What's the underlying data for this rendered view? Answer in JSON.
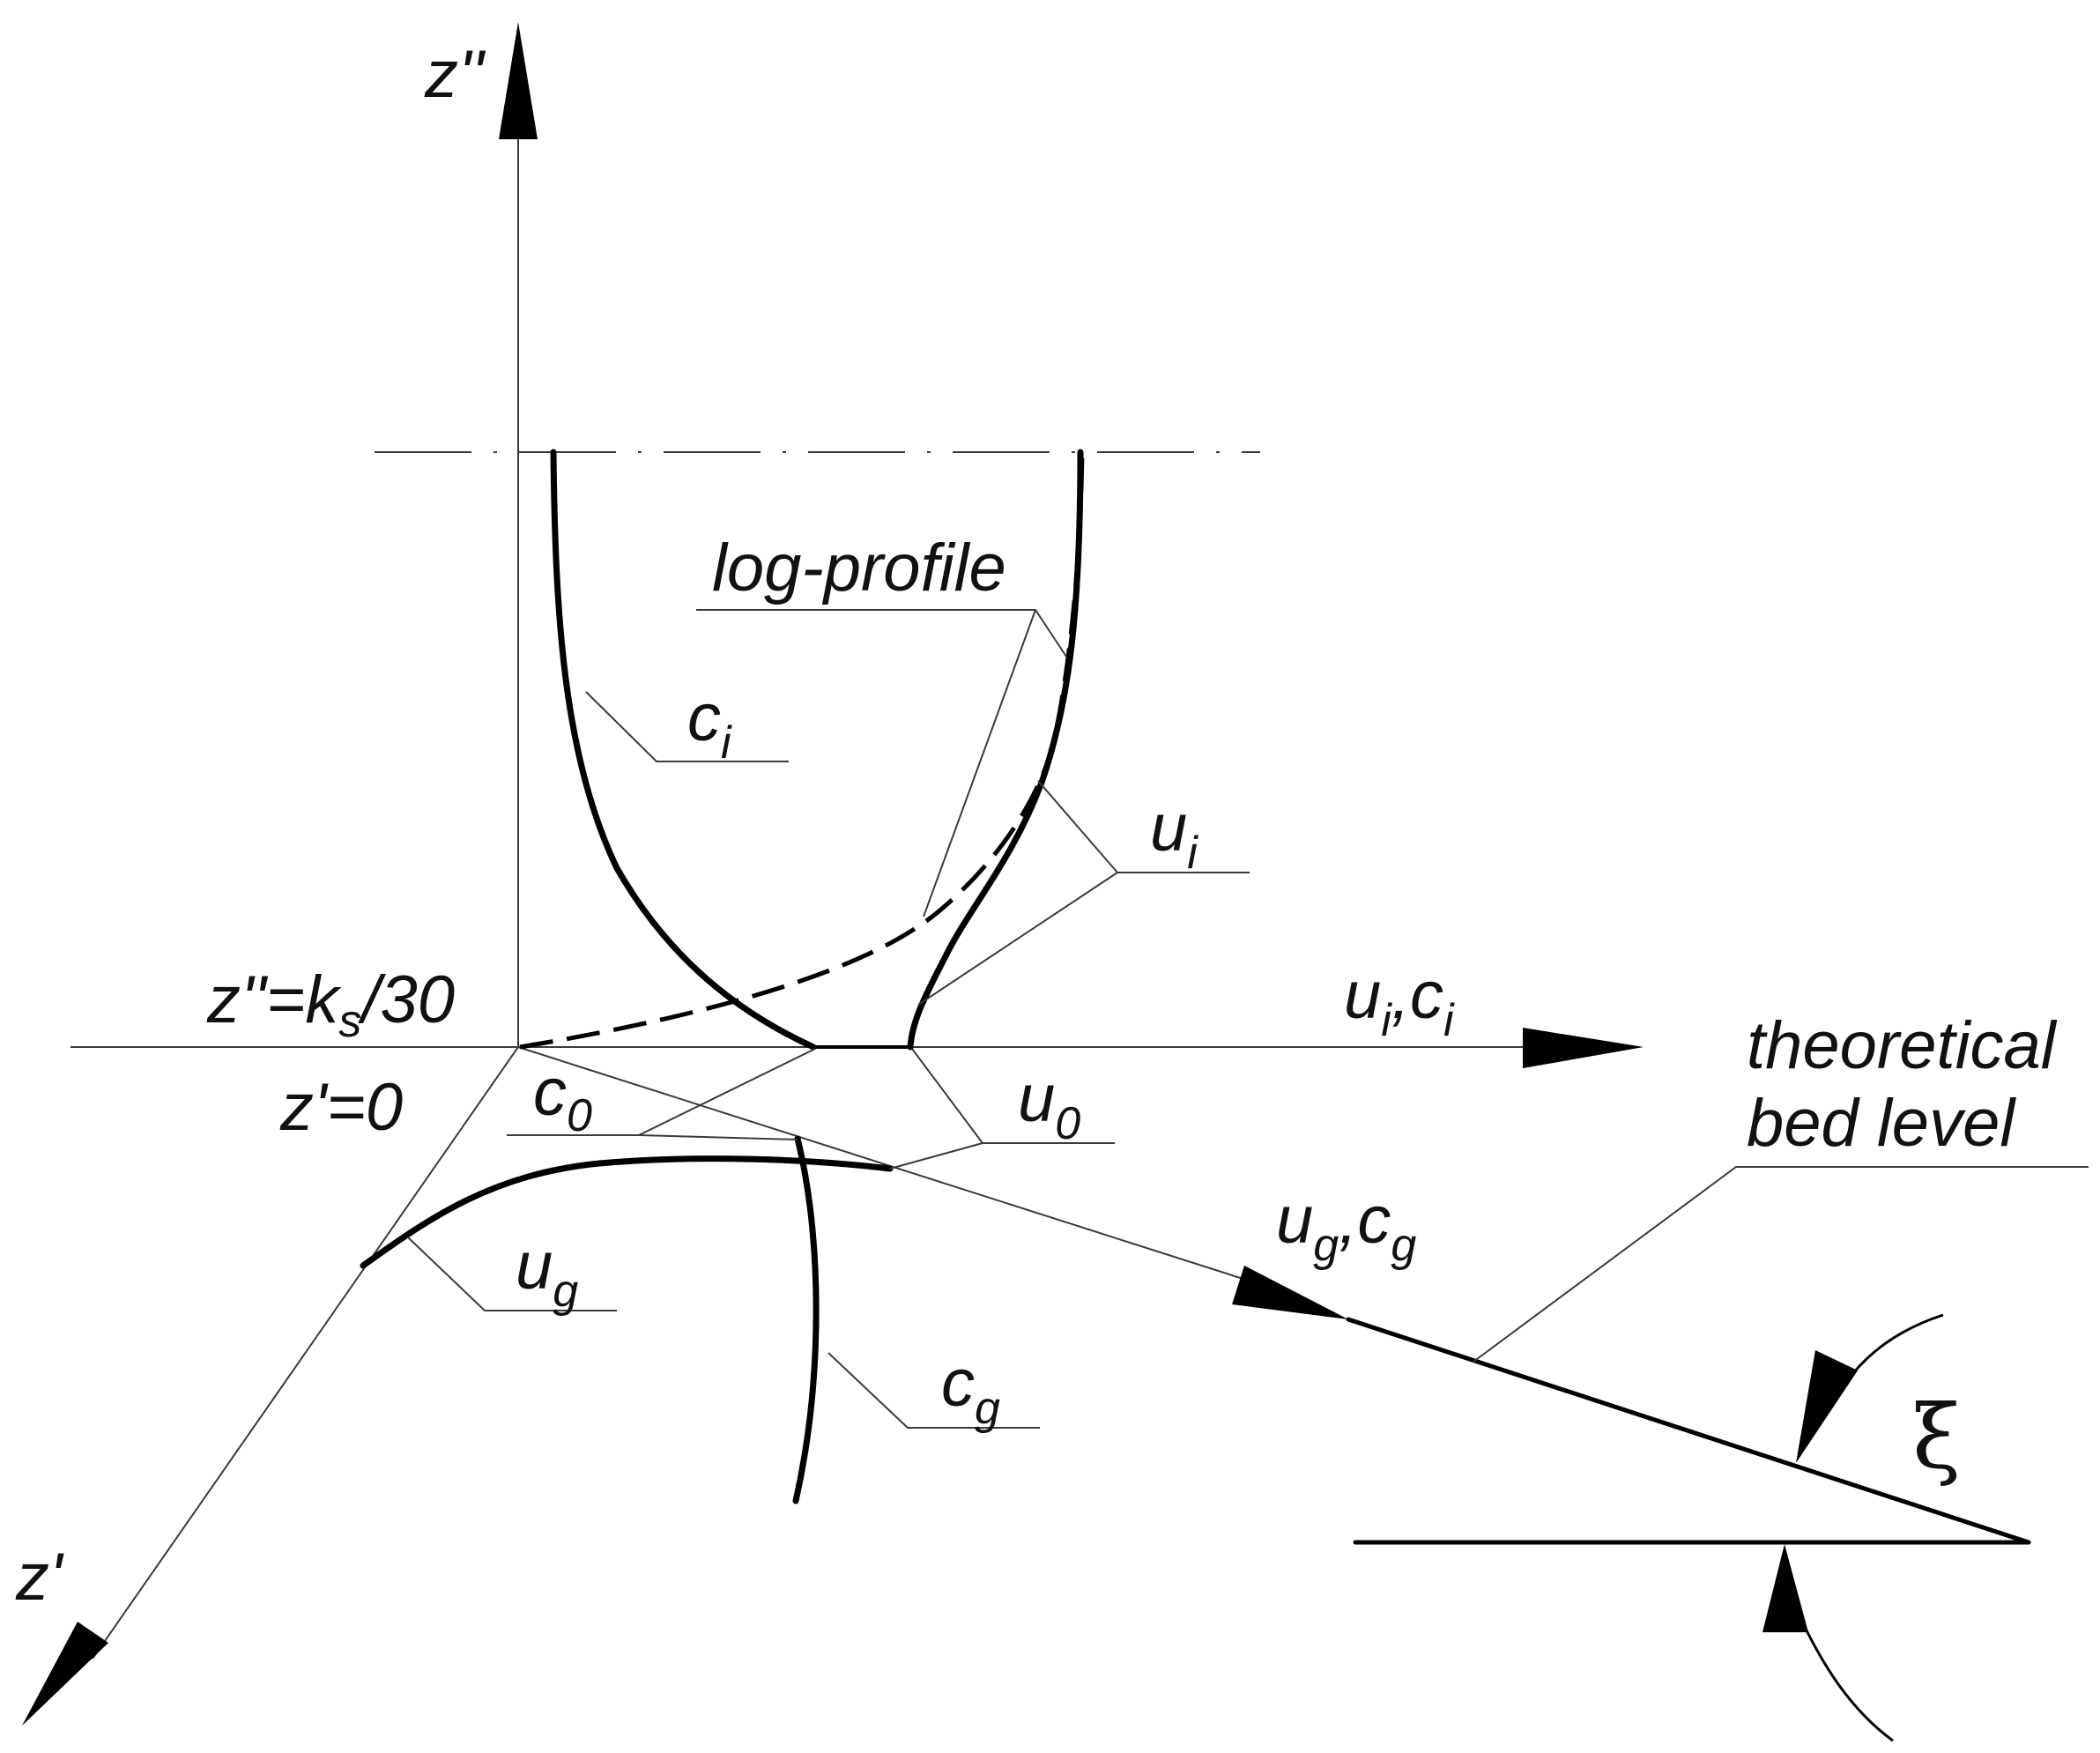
{
  "labels": {
    "z_double_prime_axis": "z''",
    "z_prime_axis": "z'",
    "ks_level": {
      "base": "z''=k",
      "sub": "s",
      "tail": "/30"
    },
    "z_prime_zero": "z'=0",
    "log_profile": "log-profile",
    "ci": {
      "base": "c",
      "sub": "i"
    },
    "ui": {
      "base": "u",
      "sub": "i"
    },
    "ui_ci_axis": {
      "b1": "u",
      "s1": "i",
      "mid": ",",
      "b2": "c",
      "s2": "i"
    },
    "c0": {
      "base": "c",
      "sub": "0"
    },
    "u0": {
      "base": "u",
      "sub": "0"
    },
    "ug": {
      "base": "u",
      "sub": "g"
    },
    "cg": {
      "base": "c",
      "sub": "g"
    },
    "ug_cg_axis": {
      "b1": "u",
      "s1": "g",
      "mid": ",",
      "b2": "c",
      "s2": "g"
    },
    "bed_level": {
      "line1": "theoretical",
      "line2": "bed level"
    },
    "angle": "ξ"
  },
  "colors": {
    "ink": "#000000",
    "leader": "#3a3a3a",
    "background": "#ffffff"
  }
}
